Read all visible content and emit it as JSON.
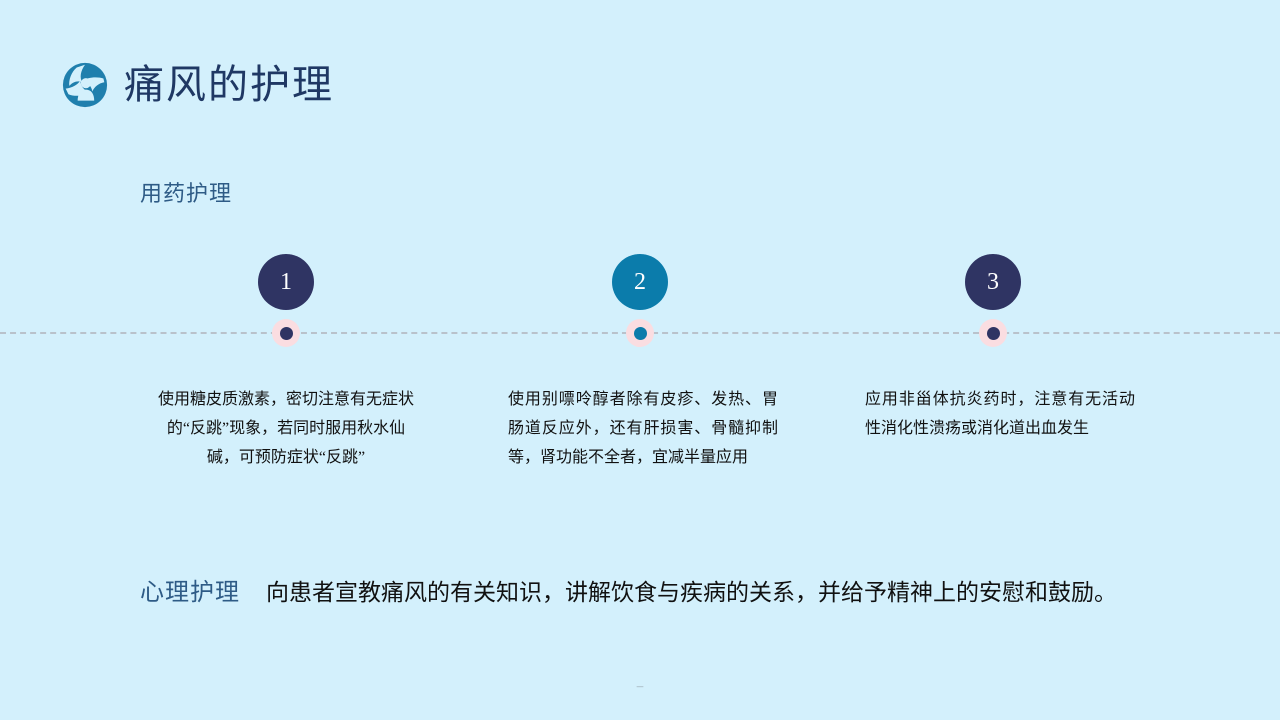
{
  "slide": {
    "background_color": "#d3f0fc",
    "title": "痛风的护理",
    "logo_icon": "clinic-emblem-icon",
    "section_label": "用药护理",
    "page_mark": "–"
  },
  "timeline": {
    "axis_style": "dashed",
    "axis_color": "#b9c2cb",
    "halo_color": "#fadde1",
    "nodes": [
      {
        "number": "1",
        "badge_color": "#2f3463",
        "dot_color": "#2f3463",
        "text": "使用糖皮质激素，密切注意有无症状的“反跳”现象，若同时服用秋水仙碱，可预防症状“反跳”"
      },
      {
        "number": "2",
        "badge_color": "#0b7cab",
        "dot_color": "#0b7cab",
        "text": "使用别嘌呤醇者除有皮疹、发热、胃肠道反应外，还有肝损害、骨髓抑制等，肾功能不全者，宜减半量应用"
      },
      {
        "number": "3",
        "badge_color": "#2f3463",
        "dot_color": "#2f3463",
        "text": "应用非甾体抗炎药时，注意有无活动性消化性溃疡或消化道出血发生"
      }
    ]
  },
  "footnote": {
    "label": "心理护理",
    "body": "向患者宣教痛风的有关知识，讲解饮食与疾病的关系，并给予精神上的安慰和鼓励。"
  }
}
